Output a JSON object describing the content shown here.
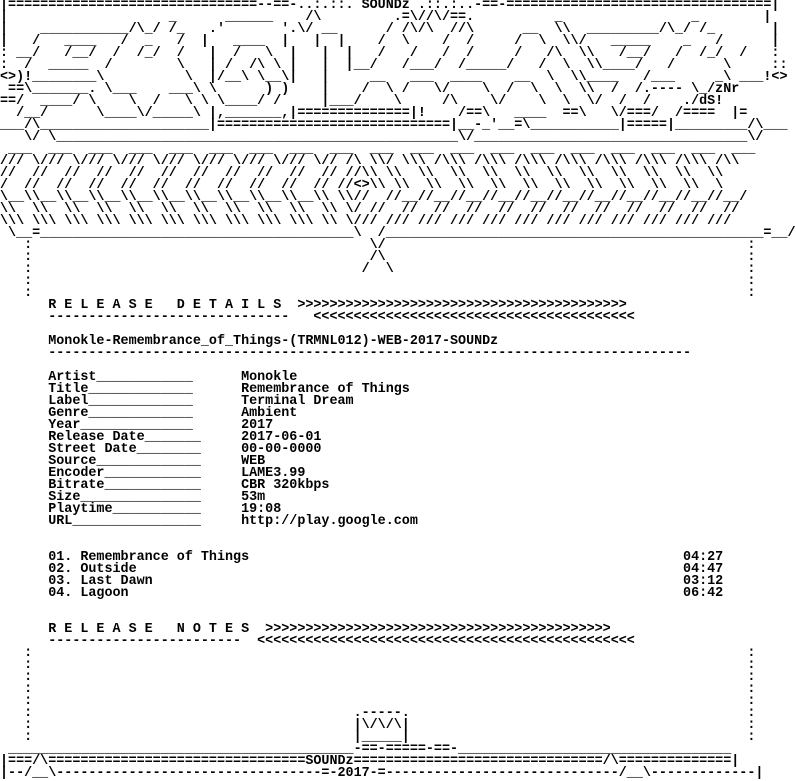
{
  "lines": [
    "|===============================--==-..:.::. SOUNDz .::.:..-==-=================================|",
    "|                    _      ______    /\\         .=\\//\\/==.          _                _        |",
    "|    ___________/\\_/ /_   .'       '.\\/ __      / /\\/\\  //\\      __  \\\\  _________/\\_/ /_       |",
    "|   /   ____   /  _   /  |   ____  |   |  |    /  \\    /  /     /  \\  \\\\/   _____    _   /      |",
    ": __/   /__/  /  /_/  /   |  /   \\  |   |  |   /   /   /  /     /   /\\  \\\\   /__/   /  /_/  /   :",
    ":  /  _____  /        \\   | /  /\\ \\ |   |  |__/   /___/  /_____/   /  \\  \\\\____/   /      \\     ::",
    "<>)!________\\          \\  |/__\\ \\__\\|   |     __   ___  ____    __  \\  \\\\____   /___     _\\ ___!<>",
    " ==\\_______. \\___    ___\\ \\      ) )    |    /  \\ /   \\/    \\  /  \\  \\  \\\\  /  /.---- \\_/zNr",
    "==/  ____/ \\    \\  /   \\ \\ \\____/ /     |___/    \\     /\\    \\/    \\  \\  \\/  /  /    ./dS!",
    "  /__/      \\____\\/_____\\ |,_______,|==============|!    /==\\   ____  ==\\   \\/===/  /====  |=",
    "___/\\_____________________|=============================|__-_'__=\\___________|=====|_________/\\___",
    "   \\/ \\__________________________________________________\\/__________________________________\\/ ",
    " ___  ___  ___  ___  ___  ___  ___  ___  ___  ___  ___  ___  ___  ___  ___  ___  ___  ___  ___",
    "/// \\/// \\/// \\/// \\/// \\/// \\/// \\/// \\// /\\ \\\\/ \\\\\\ /\\\\\\ /\\\\\\ /\\\\\\ /\\\\\\ /\\\\\\ /\\\\\\ /\\\\\\ /\\\\",
    "//  //  //  //  //  //  //  //  //  //  // //\\\\ \\\\  \\\\  \\\\  \\\\  \\\\  \\\\  \\\\  \\\\  \\\\  \\\\  \\\\",
    "/  //  //  //  //  //  //  //  //  //  // //<>\\\\ \\\\  \\\\  \\\\  \\\\  \\\\  \\\\  \\\\  \\\\  \\\\  \\\\  \\",
    "\\__\\\\__\\\\__\\\\__\\\\__\\\\__\\\\__\\\\__\\\\__\\\\__\\\\ \\\\//  //__//__//__//__//__//__//__//__//__//__//__/",
    "\\\\  \\\\  \\\\  \\\\  \\\\  \\\\  \\\\  \\\\  \\\\  \\\\  \\\\ \\/ //  //  //  //  //  //  //  //  //  //  //  //",
    "\\\\\\ \\\\\\ \\\\\\ \\\\\\ \\\\\\ \\\\\\ \\\\\\ \\\\\\ \\\\\\ \\\\\\ \\\\ \\/// /// /// /// /// /// /// /// /// /// /// ///",
    " \\__=_______________________________________\\  /_______________________________________________=__/",
    "   :                                          \\/                                             :",
    "   :                                          /\\                                             :",
    "   :                                         /  \\                                            :",
    "   :                                                                                         :",
    "   :                                                                                         :",
    "      R E L E A S E   D E T A I L S  >>>>>>>>>>>>>>>>>>>>>>>>>>>>>>>>>>>>>>>>>",
    "      ------------------------------   <<<<<<<<<<<<<<<<<<<<<<<<<<<<<<<<<<<<<<<<",
    "",
    "      Monokle-Remembrance_of_Things-(TRMNL012)-WEB-2017-SOUNDz",
    "      --------------------------------------------------------------------------------",
    "",
    "      Artist____________      Monokle",
    "      Title_____________      Remembrance of Things",
    "      Label_____________      Terminal Dream",
    "      Genre_____________      Ambient",
    "      Year______________      2017",
    "      Release Date_______     2017-06-01",
    "      Street Date________     00-00-0000",
    "      Source_____________     WEB",
    "      Encoder____________     LAME3.99",
    "      Bitrate____________     CBR 320kbps",
    "      Size_______________     53m",
    "      Playtime___________     19:08",
    "      URL________________     http://play.google.com",
    "",
    "",
    "      01. Remembrance of Things                                                      04:27",
    "      02. Outside                                                                    04:47",
    "      03. Last Dawn                                                                  03:12",
    "      04. Lagoon                                                                     06:42",
    "",
    "",
    "      R E L E A S E   N O T E S  >>>>>>>>>>>>>>>>>>>>>>>>>>>>>>>>>>>>>>>>>>>",
    "      ------------------------  <<<<<<<<<<<<<<<<<<<<<<<<<<<<<<<<<<<<<<<<<<<<<<<",
    "   :                                                                                         :",
    "   :                                                                                         :",
    "   :                                                                                         :",
    "   :                                                                                         :",
    "   :                                                                                         :",
    "   :                                        .-----.                                          :",
    "   :                                        |\\/\\/\\|                                          :",
    "   :                                        |_____|                                          :",
    " ___________________________________________-==-=====-==-__________________________________",
    "|===/\\================================SOUNDz===============================/\\==============|",
    "|--/__\\---------------------------------=-2017-=-----------------------------/__\\-------------|"
  ]
}
